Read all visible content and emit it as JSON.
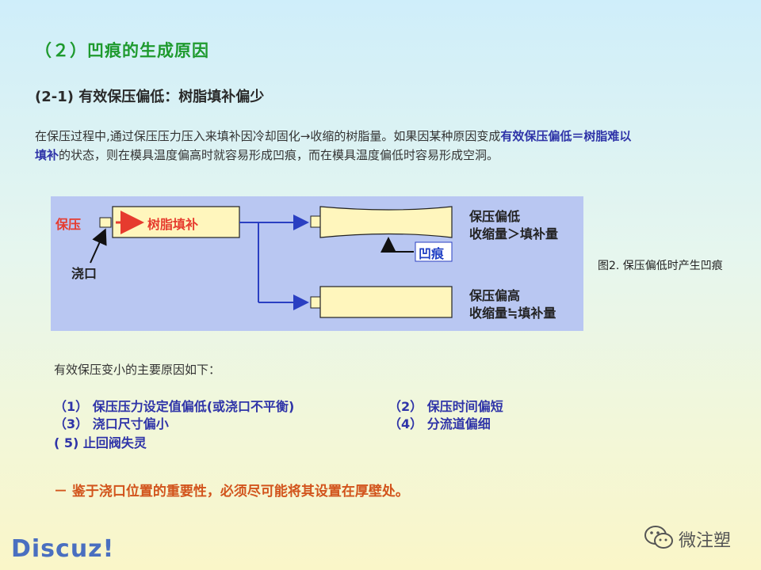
{
  "heading": "（２）凹痕的生成原因",
  "subheading": "(2-1) 有效保压偏低：树脂填补偏少",
  "paragraph": {
    "part1": "在保压过程中,通过保压压力压入来填补因冷却固化→收缩的树脂量。如果因某种原因变成",
    "highlight": "有效保压偏低＝树脂难以填补",
    "part2": "的状态，则在模具温度偏高时就容易形成凹痕，而在模具温度偏低时容易形成空洞。"
  },
  "diagram": {
    "pressure_label": "保压",
    "fill_label": "树脂填补",
    "gate_label": "浇口",
    "sink_label": "凹痕",
    "low_title": "保压偏低",
    "low_relation": "收缩量＞填补量",
    "high_title": "保压偏高",
    "high_relation": "收缩量≒填补量",
    "colors": {
      "bg": "#b9c7f2",
      "part": "#fff6bd",
      "arrow_red": "#e63b2e",
      "arrow_blue": "#2a3fc2"
    }
  },
  "caption": "图2. 保压偏低时产生凹痕",
  "causes": {
    "intro": "有效保压变小的主要原因如下：",
    "items": [
      "（1） 保压压力设定值偏低(或浇口不平衡)",
      "（2） 保压时间偏短",
      "（3） 浇口尺寸偏小",
      "（4） 分流道偏细",
      "( 5) 止回阀失灵"
    ]
  },
  "note": "－ 鉴于浇口位置的重要性，必须尽可能将其设置在厚壁处。",
  "watermarks": {
    "left": "Discuz!",
    "right": "微注塑",
    "icon": "wechat-icon"
  }
}
